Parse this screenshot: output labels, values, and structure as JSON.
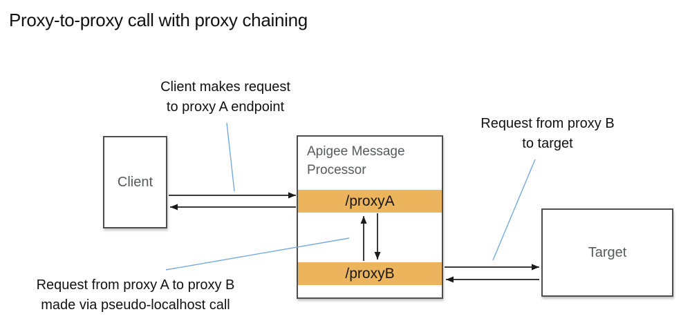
{
  "title": "Proxy-to-proxy call with proxy chaining",
  "annotations": {
    "client_request": "Client makes request\nto proxy A endpoint",
    "proxy_b_to_target": "Request from proxy B\nto target",
    "proxy_a_to_b": "Request from proxy A to proxy B\nmade via pseudo-localhost call"
  },
  "nodes": {
    "client": {
      "label": "Client"
    },
    "apigee": {
      "label": "Apigee Message Processor"
    },
    "proxy_a": {
      "label": "/proxyA"
    },
    "proxy_b": {
      "label": "/proxyB"
    },
    "target": {
      "label": "Target"
    }
  },
  "edges": [
    {
      "from": "client",
      "to": "proxyA"
    },
    {
      "from": "proxyA",
      "to": "client"
    },
    {
      "from": "proxyA",
      "to": "proxyB"
    },
    {
      "from": "proxyB",
      "to": "proxyA"
    },
    {
      "from": "proxyB",
      "to": "target"
    },
    {
      "from": "target",
      "to": "proxyB"
    }
  ],
  "colors": {
    "proxy_bar": "#ecb45c",
    "annotation_line": "#74a9de",
    "box_border": "#4d4d4d",
    "node_text": "#58595b",
    "arrow": "#1a1a1a",
    "text": "#111111"
  }
}
